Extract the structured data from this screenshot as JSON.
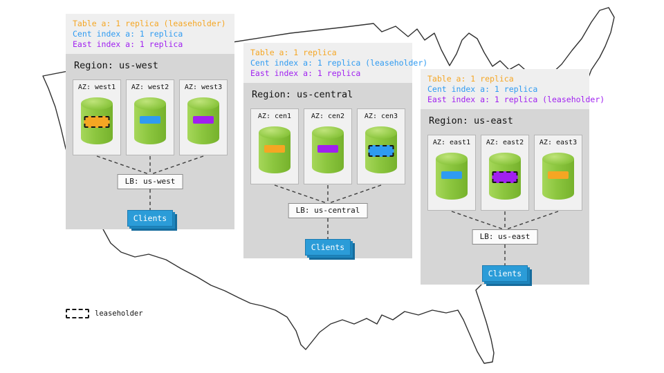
{
  "legend": {
    "label": "leaseholder"
  },
  "colors": {
    "table_replica_orange": "#f5a623",
    "cent_index_blue": "#2f9bf1",
    "east_index_purple": "#a020f0",
    "cylinder_green": "#8cc63f",
    "clients_blue": "#2b9cd8"
  },
  "regions": [
    {
      "name": "us-west",
      "title": "Region: us-west",
      "annotations": [
        {
          "text": "Table a: 1 replica (leaseholder)",
          "color": "#f5a623"
        },
        {
          "text": "Cent index a: 1 replica",
          "color": "#2f9bf1"
        },
        {
          "text": "East index a: 1 replica",
          "color": "#a020f0"
        }
      ],
      "azs": [
        {
          "label": "AZ: west1",
          "chip_color": "#f5a623",
          "leaseholder": true
        },
        {
          "label": "AZ: west2",
          "chip_color": "#2f9bf1",
          "leaseholder": false
        },
        {
          "label": "AZ: west3",
          "chip_color": "#a020f0",
          "leaseholder": false
        }
      ],
      "lb": "LB: us-west",
      "clients": "Clients"
    },
    {
      "name": "us-central",
      "title": "Region: us-central",
      "annotations": [
        {
          "text": "Table a: 1 replica",
          "color": "#f5a623"
        },
        {
          "text": "Cent index a: 1 replica (leaseholder)",
          "color": "#2f9bf1"
        },
        {
          "text": "East index a: 1 replica",
          "color": "#a020f0"
        }
      ],
      "azs": [
        {
          "label": "AZ: cen1",
          "chip_color": "#f5a623",
          "leaseholder": false
        },
        {
          "label": "AZ: cen2",
          "chip_color": "#a020f0",
          "leaseholder": false
        },
        {
          "label": "AZ: cen3",
          "chip_color": "#2f9bf1",
          "leaseholder": true
        }
      ],
      "lb": "LB: us-central",
      "clients": "Clients"
    },
    {
      "name": "us-east",
      "title": "Region: us-east",
      "annotations": [
        {
          "text": "Table a: 1 replica",
          "color": "#f5a623"
        },
        {
          "text": "Cent index a: 1 replica",
          "color": "#2f9bf1"
        },
        {
          "text": "East index a: 1 replica (leaseholder)",
          "color": "#a020f0"
        }
      ],
      "azs": [
        {
          "label": "AZ: east1",
          "chip_color": "#2f9bf1",
          "leaseholder": false
        },
        {
          "label": "AZ: east2",
          "chip_color": "#a020f0",
          "leaseholder": true
        },
        {
          "label": "AZ: east3",
          "chip_color": "#f5a623",
          "leaseholder": false
        }
      ],
      "lb": "LB: us-east",
      "clients": "Clients"
    }
  ]
}
